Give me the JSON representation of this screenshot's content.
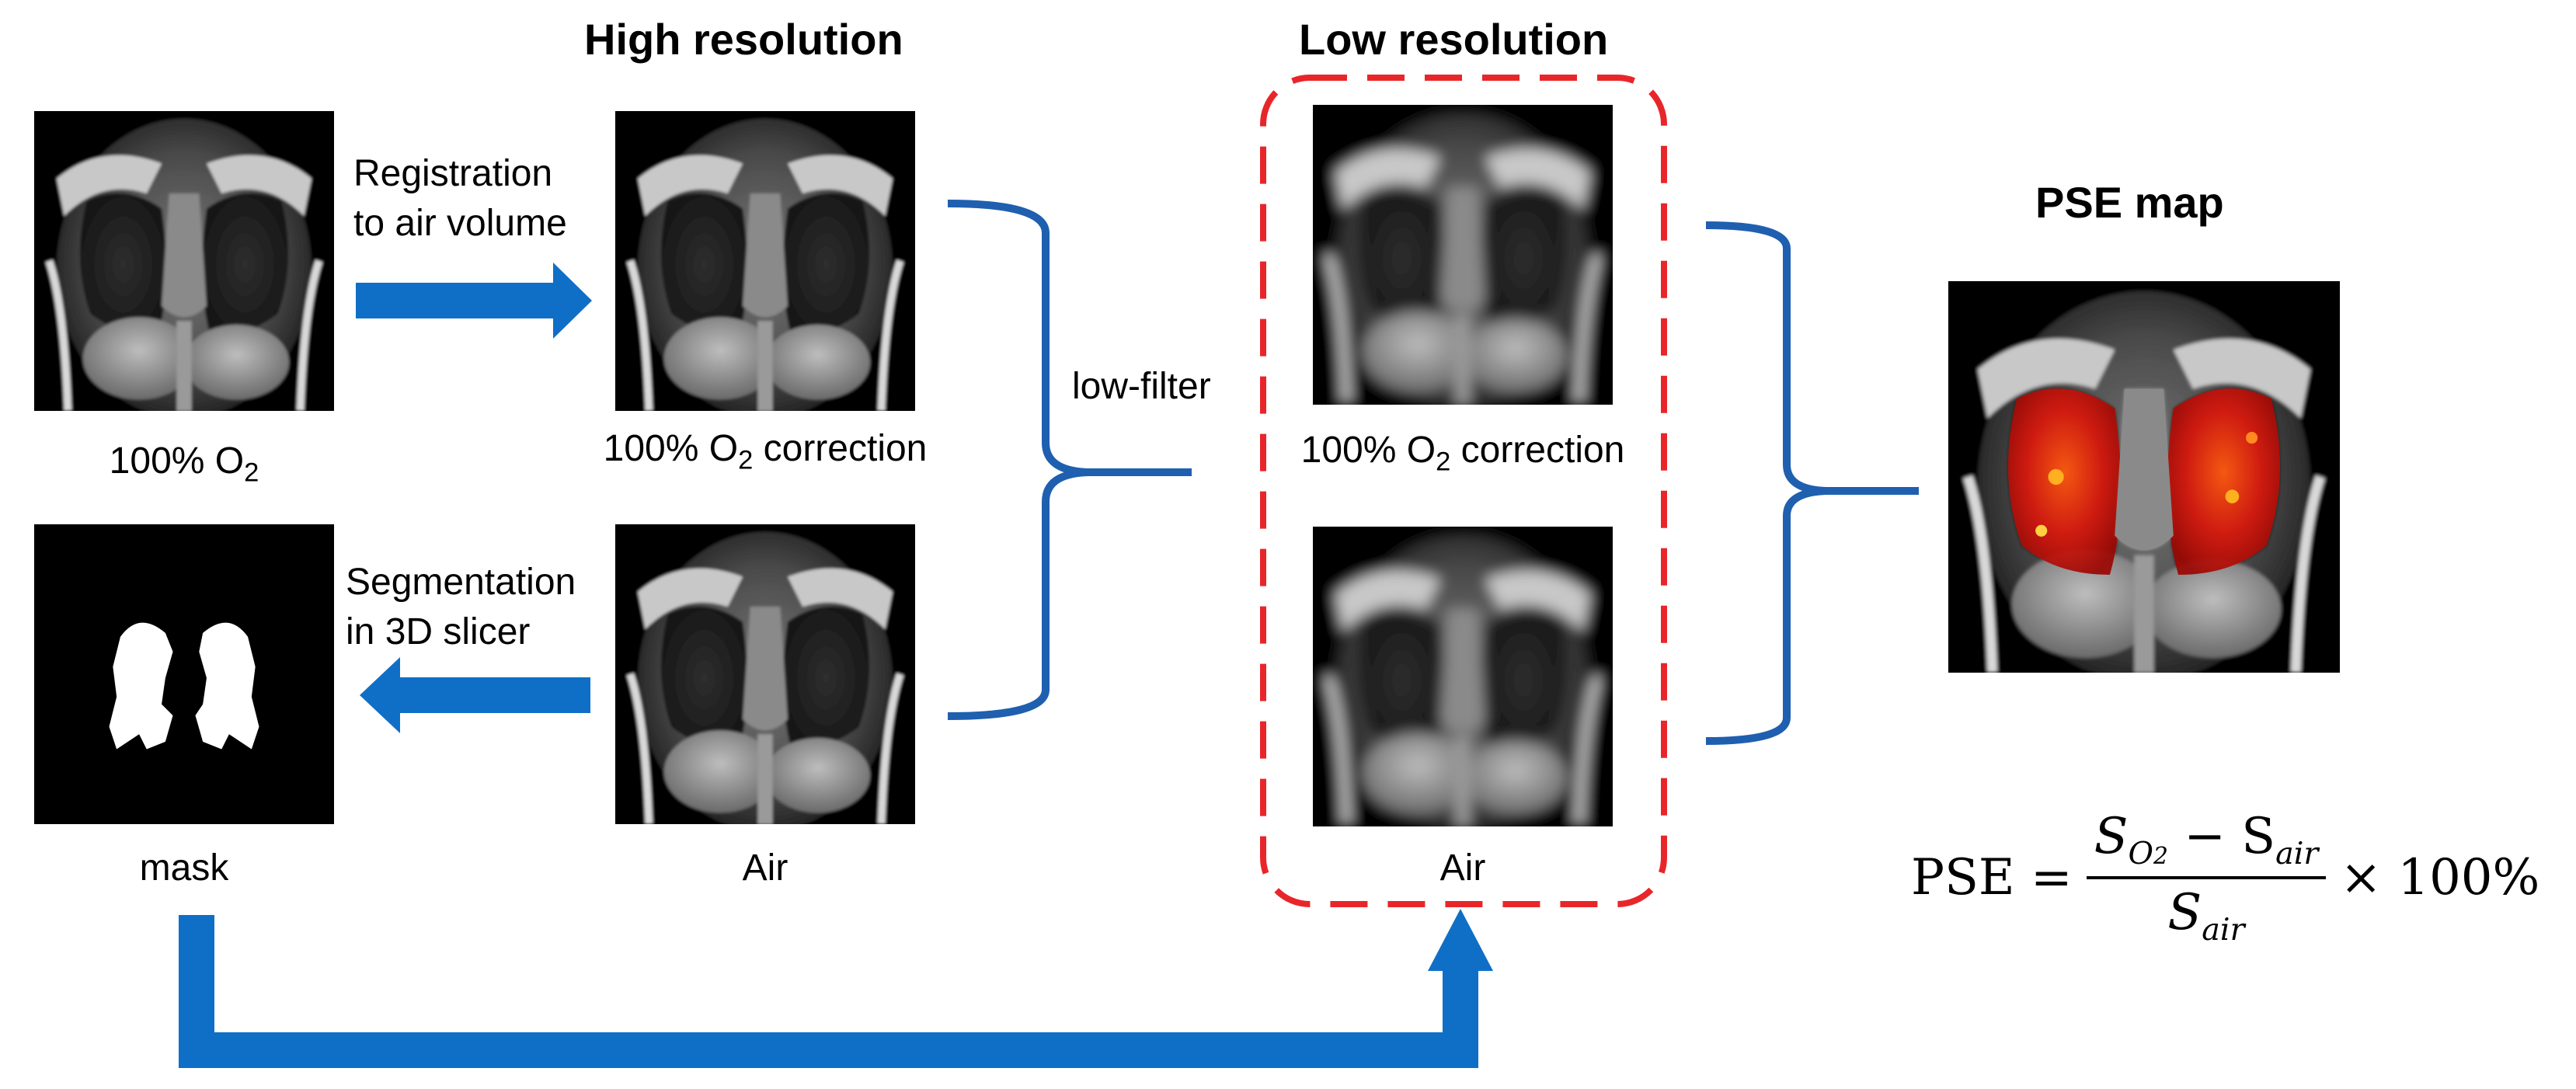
{
  "headings": {
    "high_resolution": "High resolution",
    "low_resolution": "Low resolution",
    "pse_map": "PSE map"
  },
  "images": {
    "o2_original": {
      "caption_main": "100% O",
      "caption_sub": "2"
    },
    "o2_corrected_high": {
      "caption_main": "100% O",
      "caption_sub": "2",
      "caption_tail": " correction"
    },
    "air_high": {
      "caption": "Air"
    },
    "mask": {
      "caption": "mask"
    },
    "o2_corrected_low": {
      "caption_main": "100% O",
      "caption_sub": "2",
      "caption_tail": " correction"
    },
    "air_low": {
      "caption": "Air"
    }
  },
  "steps": {
    "registration_line1": "Registration",
    "registration_line2": "to air volume",
    "segmentation_line1": "Segmentation",
    "segmentation_line2": "in 3D slicer",
    "low_filter": "low-filter"
  },
  "formula": {
    "lhs": "PSE =",
    "num_s": "S",
    "num_s_sub": "O",
    "num_s_sub2": "2",
    "num_minus": " − S",
    "num_air": "air",
    "den_s": "S",
    "den_air": "air",
    "tail": "× 100%"
  },
  "colors": {
    "arrow_blue": "#0F6FC6",
    "bracket_blue": "#1F5FAF",
    "dashed_red": "#E8262A",
    "heatmap_red": "#E02010"
  },
  "icons": [
    "arrow-right-icon",
    "arrow-left-icon",
    "arrow-up-icon",
    "bracket-icon"
  ]
}
